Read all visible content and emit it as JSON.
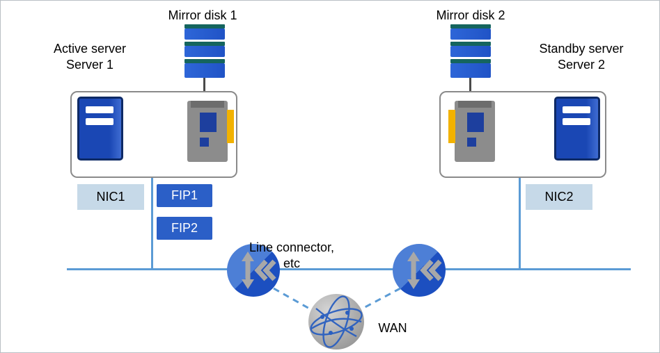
{
  "colors": {
    "line_blue": "#5b9bd5",
    "fip_blue": "#2b5fc7",
    "nic_bg": "#c6d9e8",
    "disk_blue": "#2053c6",
    "disk_teal": "#15655e",
    "card_gray": "#8c8c8c",
    "slot_blue": "#1d3f9e",
    "tab_yellow": "#f2b200",
    "border_gray": "#8a8a8a"
  },
  "nodes": {
    "mirror_disk_1": {
      "label": "Mirror disk 1"
    },
    "mirror_disk_2": {
      "label": "Mirror disk 2"
    },
    "active_server": {
      "line1": "Active server",
      "line2": "Server 1"
    },
    "standby_server": {
      "line1": "Standby server",
      "line2": "Server 2"
    },
    "nic1": {
      "label": "NIC1"
    },
    "nic2": {
      "label": "NIC2"
    },
    "fip1": {
      "label": "FIP1"
    },
    "fip2": {
      "label": "FIP2"
    },
    "line_connector": {
      "line1": "Line connector,",
      "line2": "etc"
    },
    "wan": {
      "label": "WAN"
    }
  }
}
